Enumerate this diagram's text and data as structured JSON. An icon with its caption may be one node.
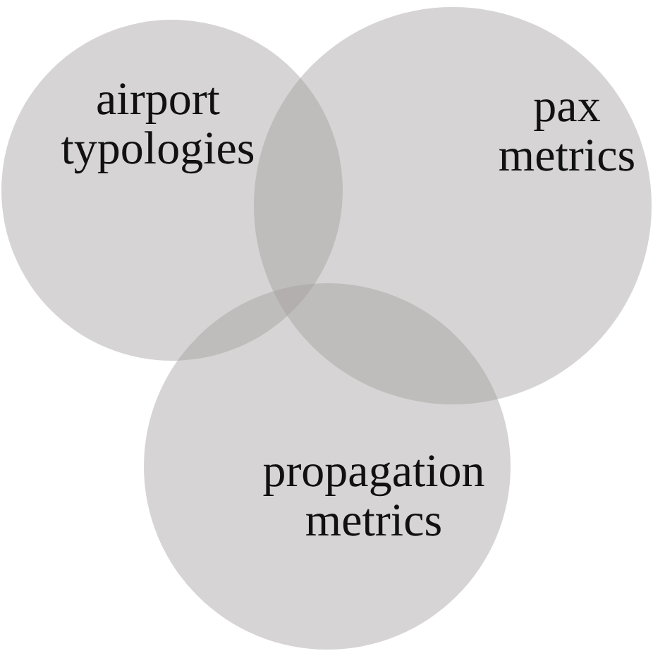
{
  "diagram": {
    "nodes": [
      {
        "text": [
          "airport typologies"
        ]
      },
      {
        "text": [
          "pax metrics"
        ]
      },
      {
        "text": [
          "propagation metrics"
        ]
      }
    ]
  }
}
